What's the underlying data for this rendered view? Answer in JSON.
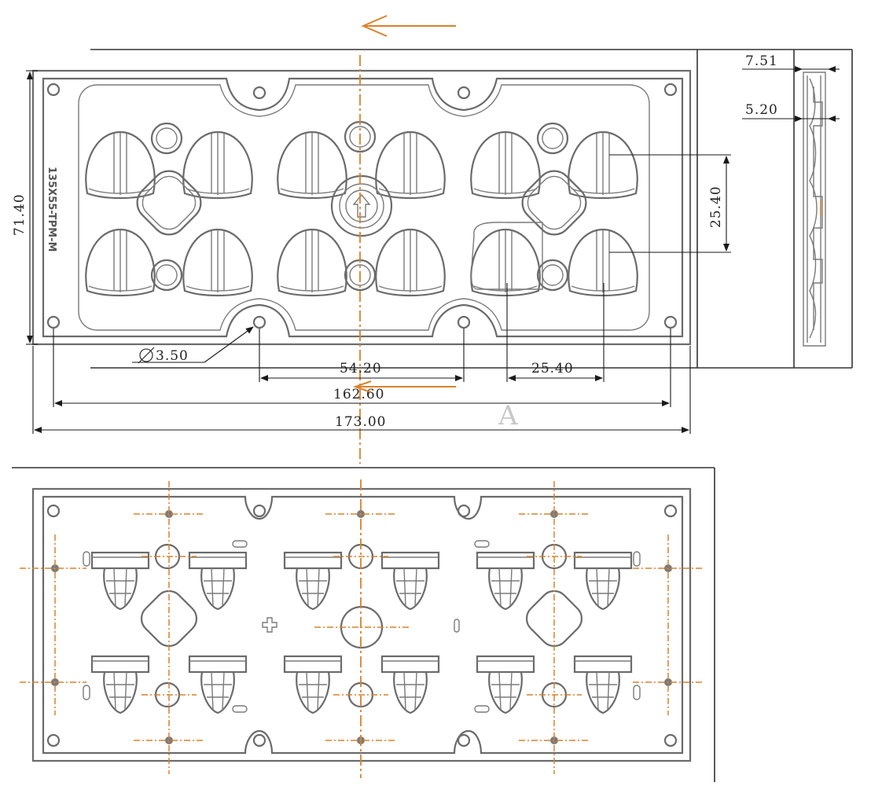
{
  "drawing": {
    "part_number": "135X55-TPM-M",
    "view_label": "A",
    "dimensions": {
      "height_overall": "71.40",
      "led_pitch_vertical": "25.40",
      "thickness_total": "7.51",
      "thickness_base": "5.20",
      "hole_diameter": "3.50",
      "hole_spacing_inner": "54.20",
      "led_pitch_horizontal": "25.40",
      "hole_spacing_outer": "162.60",
      "width_overall": "173.00"
    },
    "colors": {
      "part_outline": "#6b6b6b",
      "centerline": "#d9822b",
      "dimension_line": "#1a1a1a"
    },
    "icons": [
      "direction-arrow-icon",
      "diameter-symbol-icon"
    ]
  }
}
